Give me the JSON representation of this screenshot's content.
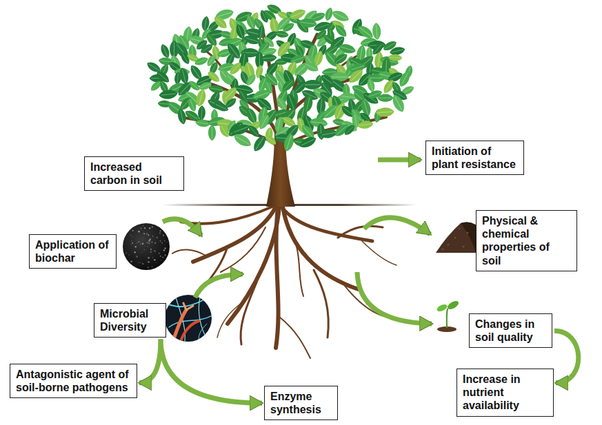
{
  "diagram": {
    "nodes": [
      {
        "text": [
          "Increased carbon in soil"
        ]
      },
      {
        "text": [
          "Initiation of plant resistance"
        ]
      },
      {
        "text": [
          "Application of biochar"
        ]
      },
      {
        "text": [
          "Physical & chemical properties of soil"
        ]
      },
      {
        "text": [
          "Microbial Diversity"
        ]
      },
      {
        "text": [
          "Changes in soil quality"
        ]
      },
      {
        "text": [
          "Antagonistic agent of soil-borne pathogens"
        ]
      },
      {
        "text": [
          "Enzyme synthesis"
        ]
      },
      {
        "text": [
          "Increase in nutrient availability"
        ]
      }
    ],
    "edges": [
      {
        "from": 4,
        "to": 6,
        "arrow": "to"
      },
      {
        "from": 4,
        "to": 7,
        "arrow": "to"
      },
      {
        "from": 5,
        "to": 8,
        "arrow": "to"
      }
    ]
  }
}
